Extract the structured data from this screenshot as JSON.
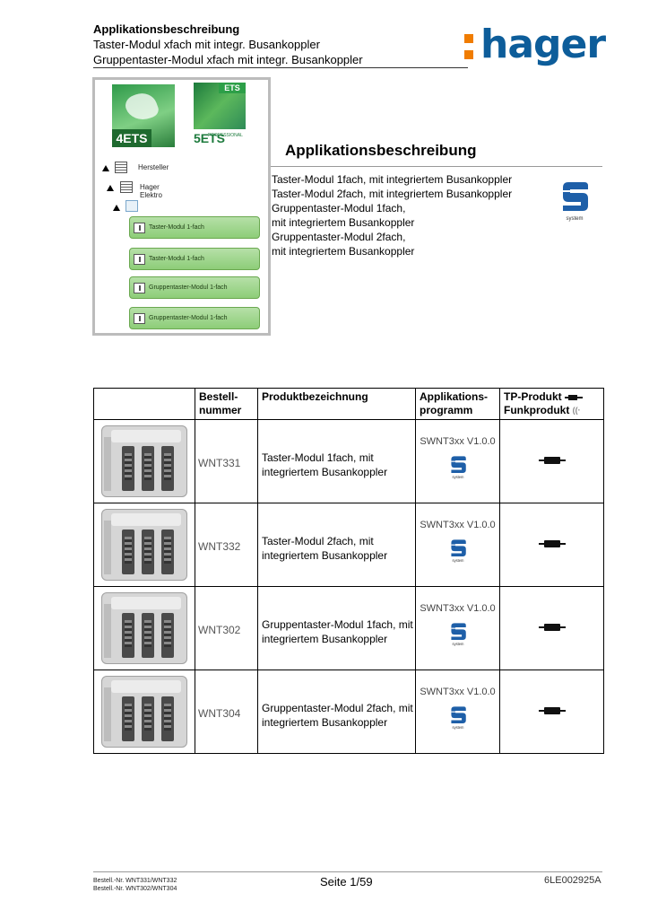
{
  "header": {
    "title": "Applikationsbeschreibung",
    "line2": "Taster-Modul xfach mit integr. Busankoppler",
    "line3": "Gruppentaster-Modul xfach mit integr. Busankoppler",
    "logo_text": "hager",
    "logo_color": "#0d5d9a",
    "logo_accent": "#f07c00"
  },
  "panel": {
    "ets4_label": "4ETS",
    "ets5_top": "ETS",
    "ets5_sub": "PROFESSIONAL",
    "ets5_label": "5ETS",
    "tree": {
      "manufacturer": "Hersteller",
      "brand": "Hager Elektro"
    },
    "buttons": [
      "Taster-Modul 1-fach",
      "Taster-Modul 1-fach",
      "Gruppentaster-Modul 1-fach",
      "Gruppentaster-Modul 1-fach"
    ]
  },
  "intro": {
    "title": "Applikationsbeschreibung",
    "lines": [
      "Taster-Modul 1fach, mit integriertem Busankoppler",
      "Taster-Modul 2fach, mit integriertem Busankoppler",
      "Gruppentaster-Modul 1fach,",
      "mit integriertem Busankoppler",
      "Gruppentaster-Modul 2fach,",
      "mit integriertem Busankoppler"
    ],
    "system_label": "system"
  },
  "table": {
    "headers": {
      "order": "Bestell-\nnummer",
      "product": "Produktbezeichnung",
      "app": "Applikations-\nprogramm",
      "tp": "TP-Produkt",
      "funk": "Funkprodukt"
    },
    "rows": [
      {
        "order": "WNT331",
        "name": "Taster-Modul 1fach, mit integriertem Busankoppler",
        "app": "SWNT3xx V1.0.0"
      },
      {
        "order": "WNT332",
        "name": "Taster-Modul 2fach, mit integriertem Busankoppler",
        "app": "SWNT3xx V1.0.0"
      },
      {
        "order": "WNT302",
        "name": "Gruppentaster-Modul 1fach, mit integriertem Busankoppler",
        "app": "SWNT3xx V1.0.0"
      },
      {
        "order": "WNT304",
        "name": "Gruppentaster-Modul 2fach, mit integriertem Busankoppler",
        "app": "SWNT3xx V1.0.0"
      }
    ],
    "system_label": "system"
  },
  "footer": {
    "left1": "Bestell.-Nr. WNT331/WNT332",
    "left2": "Bestell.-Nr. WNT302/WNT304",
    "page": "Seite 1/59",
    "doc": "6LE002925A"
  }
}
